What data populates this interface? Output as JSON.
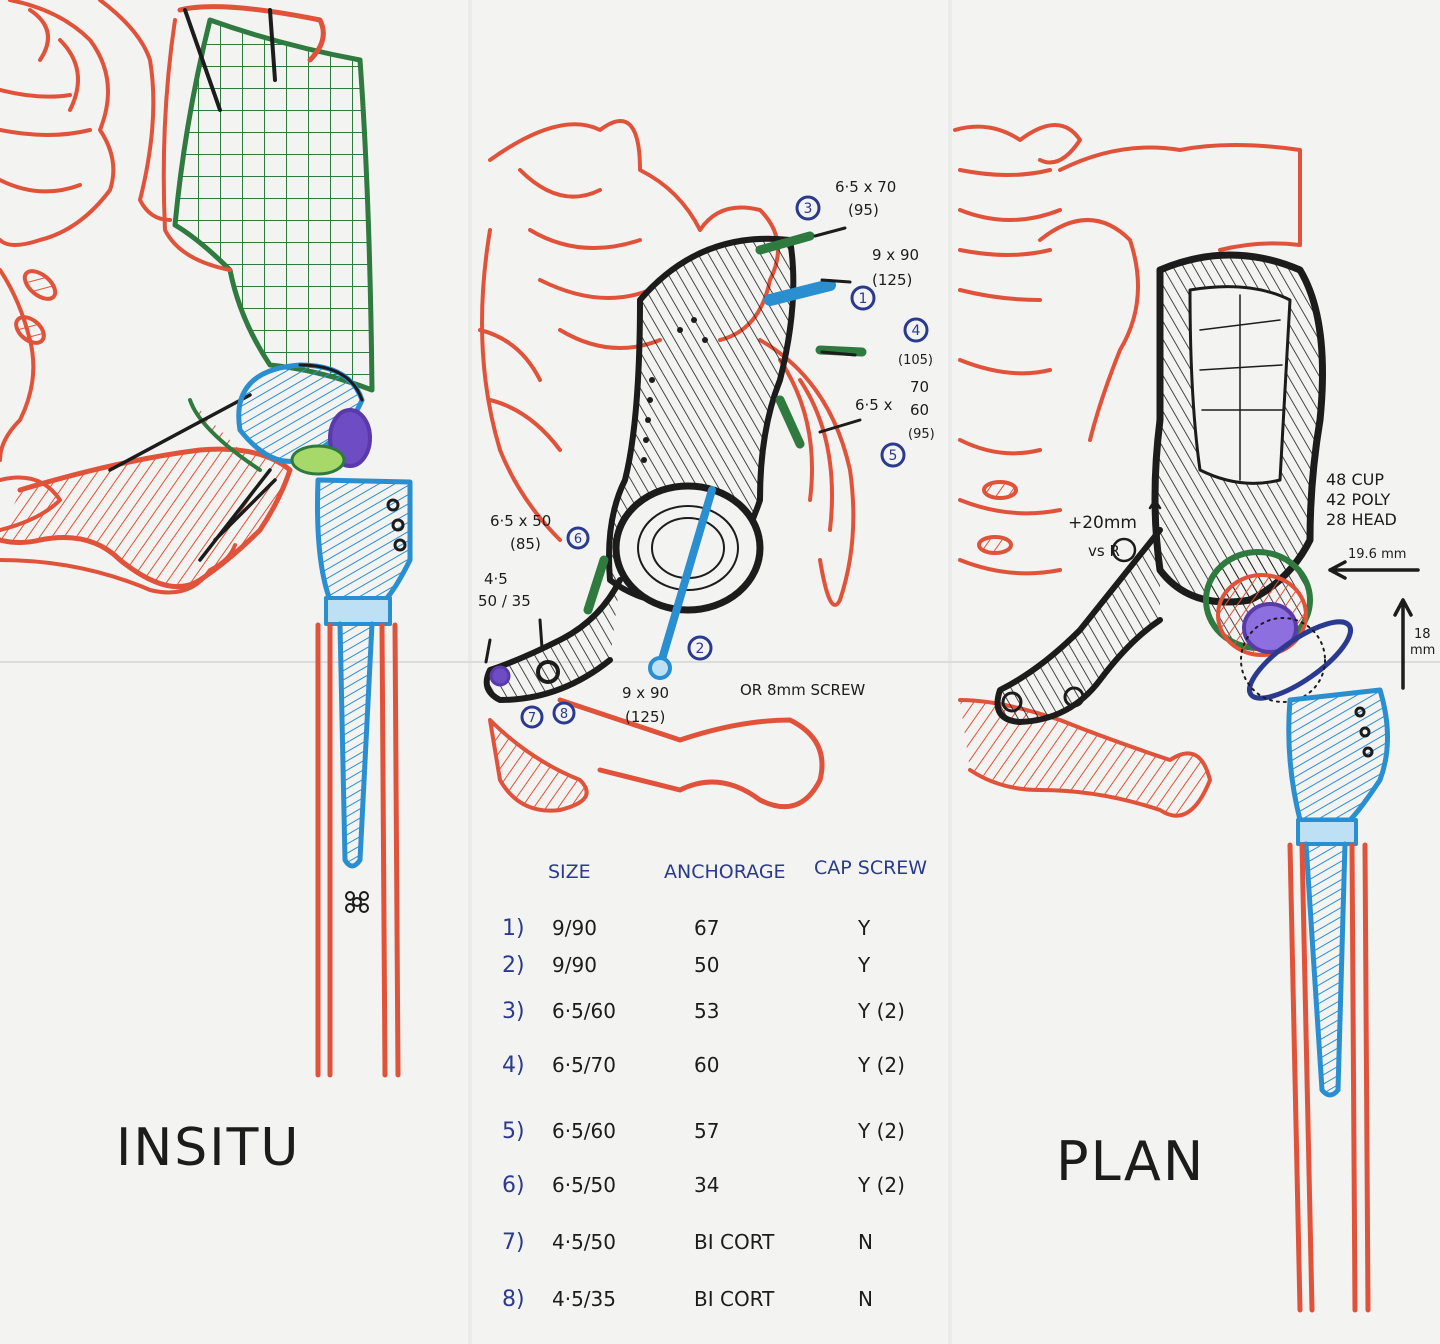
{
  "colors": {
    "bone": "#e0533a",
    "ink": "#1c1c1c",
    "green": "#2f7a3e",
    "blue": "#2a8fd1",
    "purple": "#5a3aa8",
    "navy": "#2a3a8e",
    "lime": "#7fbf3a",
    "paper": "#f3f3f1"
  },
  "panels": {
    "left": {
      "title": "INSITU"
    },
    "right": {
      "title": "PLAN",
      "notes": {
        "cup": "48 CUP",
        "poly": "42 POLY",
        "head": "28 HEAD",
        "offset_value": "+20mm",
        "offset_ref": "vs R",
        "lateral": "19.6 mm",
        "vertical_1": "18",
        "vertical_2": "mm"
      }
    },
    "middle": {
      "callouts": [
        {
          "num": "3",
          "l1": "6·5 x 70",
          "l2": "(95)"
        },
        {
          "num": "1",
          "l1": "9 x 90",
          "l2": "(125)"
        },
        {
          "num": "4",
          "l1": "(105)"
        },
        {
          "num": "5",
          "l1": "6·5 x",
          "l2": "70",
          "l3": "60",
          "l4": "(95)"
        },
        {
          "num": "6",
          "l1": "6·5 x 50",
          "l2": "(85)"
        },
        {
          "num": "2",
          "l1": "9 x 90",
          "l2": "(125)",
          "l3": "OR 8mm SCREW"
        },
        {
          "num": "7",
          "l1": "4·5",
          "l2": "50 / 35"
        },
        {
          "num": "8"
        }
      ],
      "table": {
        "headers": [
          "SIZE",
          "ANCHORAGE",
          "CAP SCREW"
        ],
        "rows": [
          {
            "n": "1)",
            "size": "9/90",
            "anchorage": "67",
            "cap": "Y"
          },
          {
            "n": "2)",
            "size": "9/90",
            "anchorage": "50",
            "cap": "Y"
          },
          {
            "n": "3)",
            "size": "6·5/60",
            "anchorage": "53",
            "cap": "Y (2)"
          },
          {
            "n": "4)",
            "size": "6·5/70",
            "anchorage": "60",
            "cap": "Y (2)"
          },
          {
            "n": "5)",
            "size": "6·5/60",
            "anchorage": "57",
            "cap": "Y (2)"
          },
          {
            "n": "6)",
            "size": "6·5/50",
            "anchorage": "34",
            "cap": "Y (2)"
          },
          {
            "n": "7)",
            "size": "4·5/50",
            "anchorage": "BI CORT",
            "cap": "N"
          },
          {
            "n": "8)",
            "size": "4·5/35",
            "anchorage": "BI CORT",
            "cap": "N"
          }
        ]
      }
    }
  }
}
